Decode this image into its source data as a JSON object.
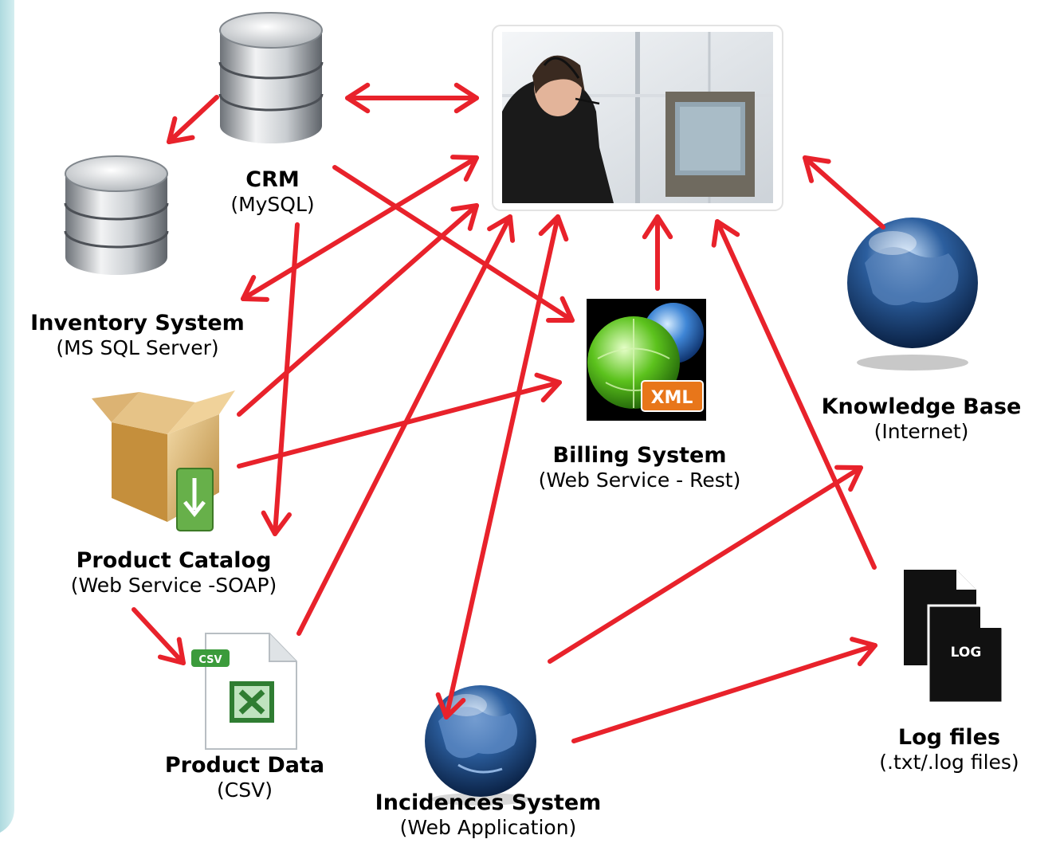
{
  "colors": {
    "arrow": "#e8222b",
    "side_panel": "#bfe3e6",
    "database_silver": "#9aa0a6",
    "globe_blue": "#1f5aa8",
    "globe_green": "#4caf1a",
    "xml_orange": "#e8761a",
    "csv_green": "#3b9b3b",
    "log_black": "#111111",
    "box_tan": "#c99a4a"
  },
  "nodes": {
    "call_center": {
      "icon": "operator-photo"
    },
    "crm": {
      "title": "CRM",
      "subtitle": "(MySQL)",
      "icon": "database-icon"
    },
    "inventory": {
      "title": "Inventory System",
      "subtitle": "(MS SQL Server)",
      "icon": "database-icon"
    },
    "product_catalog": {
      "title": "Product Catalog",
      "subtitle": "(Web Service -SOAP)",
      "icon": "package-icon"
    },
    "product_data": {
      "title": "Product Data",
      "subtitle": "(CSV)",
      "icon": "csv-file-icon",
      "badge": "CSV"
    },
    "incidences": {
      "title": "Incidences System",
      "subtitle": "(Web Application)",
      "icon": "globe-icon"
    },
    "billing": {
      "title": "Billing System",
      "subtitle": "(Web Service - Rest)",
      "icon": "xml-globes-icon",
      "badge": "XML"
    },
    "knowledge_base": {
      "title": "Knowledge Base",
      "subtitle": "(Internet)",
      "icon": "globe-icon"
    },
    "log_files": {
      "title": "Log files",
      "subtitle": "(.txt/.log files)",
      "icon": "log-files-icon",
      "badge": "LOG"
    }
  },
  "edges": [
    {
      "from": "crm",
      "to": "call_center",
      "bidirectional": true
    },
    {
      "from": "crm",
      "to": "inventory",
      "bidirectional": false
    },
    {
      "from": "crm",
      "to": "billing",
      "bidirectional": false
    },
    {
      "from": "crm",
      "to": "product_catalog",
      "bidirectional": false
    },
    {
      "from": "inventory",
      "to": "call_center",
      "bidirectional": true
    },
    {
      "from": "product_catalog",
      "to": "call_center",
      "bidirectional": false
    },
    {
      "from": "product_catalog",
      "to": "billing",
      "bidirectional": false
    },
    {
      "from": "product_catalog",
      "to": "product_data",
      "bidirectional": false
    },
    {
      "from": "product_data",
      "to": "call_center",
      "bidirectional": false
    },
    {
      "from": "incidences",
      "to": "call_center",
      "bidirectional": true
    },
    {
      "from": "billing",
      "to": "call_center",
      "bidirectional": false
    },
    {
      "from": "knowledge_base",
      "to": "call_center",
      "bidirectional": false
    },
    {
      "from": "log_files",
      "to": "call_center",
      "bidirectional": false
    },
    {
      "from": "incidences",
      "to": "knowledge_base",
      "bidirectional": false
    },
    {
      "from": "incidences",
      "to": "log_files",
      "bidirectional": false
    }
  ]
}
